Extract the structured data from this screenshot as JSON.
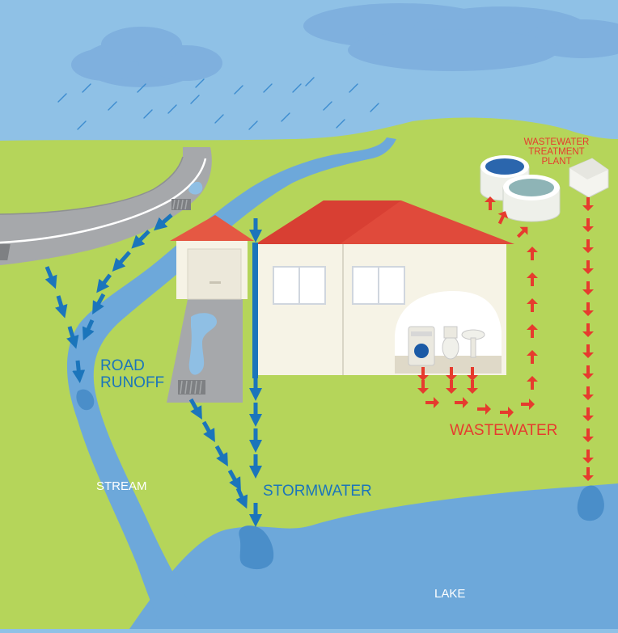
{
  "labels": {
    "road_runoff_line1": "ROAD",
    "road_runoff_line2": "RUNOFF",
    "stormwater": "STORMWATER",
    "wastewater": "WASTEWATER",
    "treatment_plant_line1": "WASTEWATER",
    "treatment_plant_line2": "TREATMENT",
    "treatment_plant_line3": "PLANT",
    "stream": "STREAM",
    "lake": "LAKE"
  },
  "colors": {
    "sky": "#8fc1e6",
    "cloud": "#7fb0de",
    "grass": "#b5d55a",
    "water": "#6da8da",
    "road": "#a6a8ab",
    "roof": "#e04a3b",
    "house_wall": "#f6f3e6",
    "stormwater_arrow": "#1b75bb",
    "wastewater_arrow": "#e63b2e"
  },
  "icons": [
    "rain-cloud-icon",
    "house-icon",
    "storm-drain-icon",
    "treatment-tank-icon",
    "bathroom-fixtures-icon"
  ]
}
